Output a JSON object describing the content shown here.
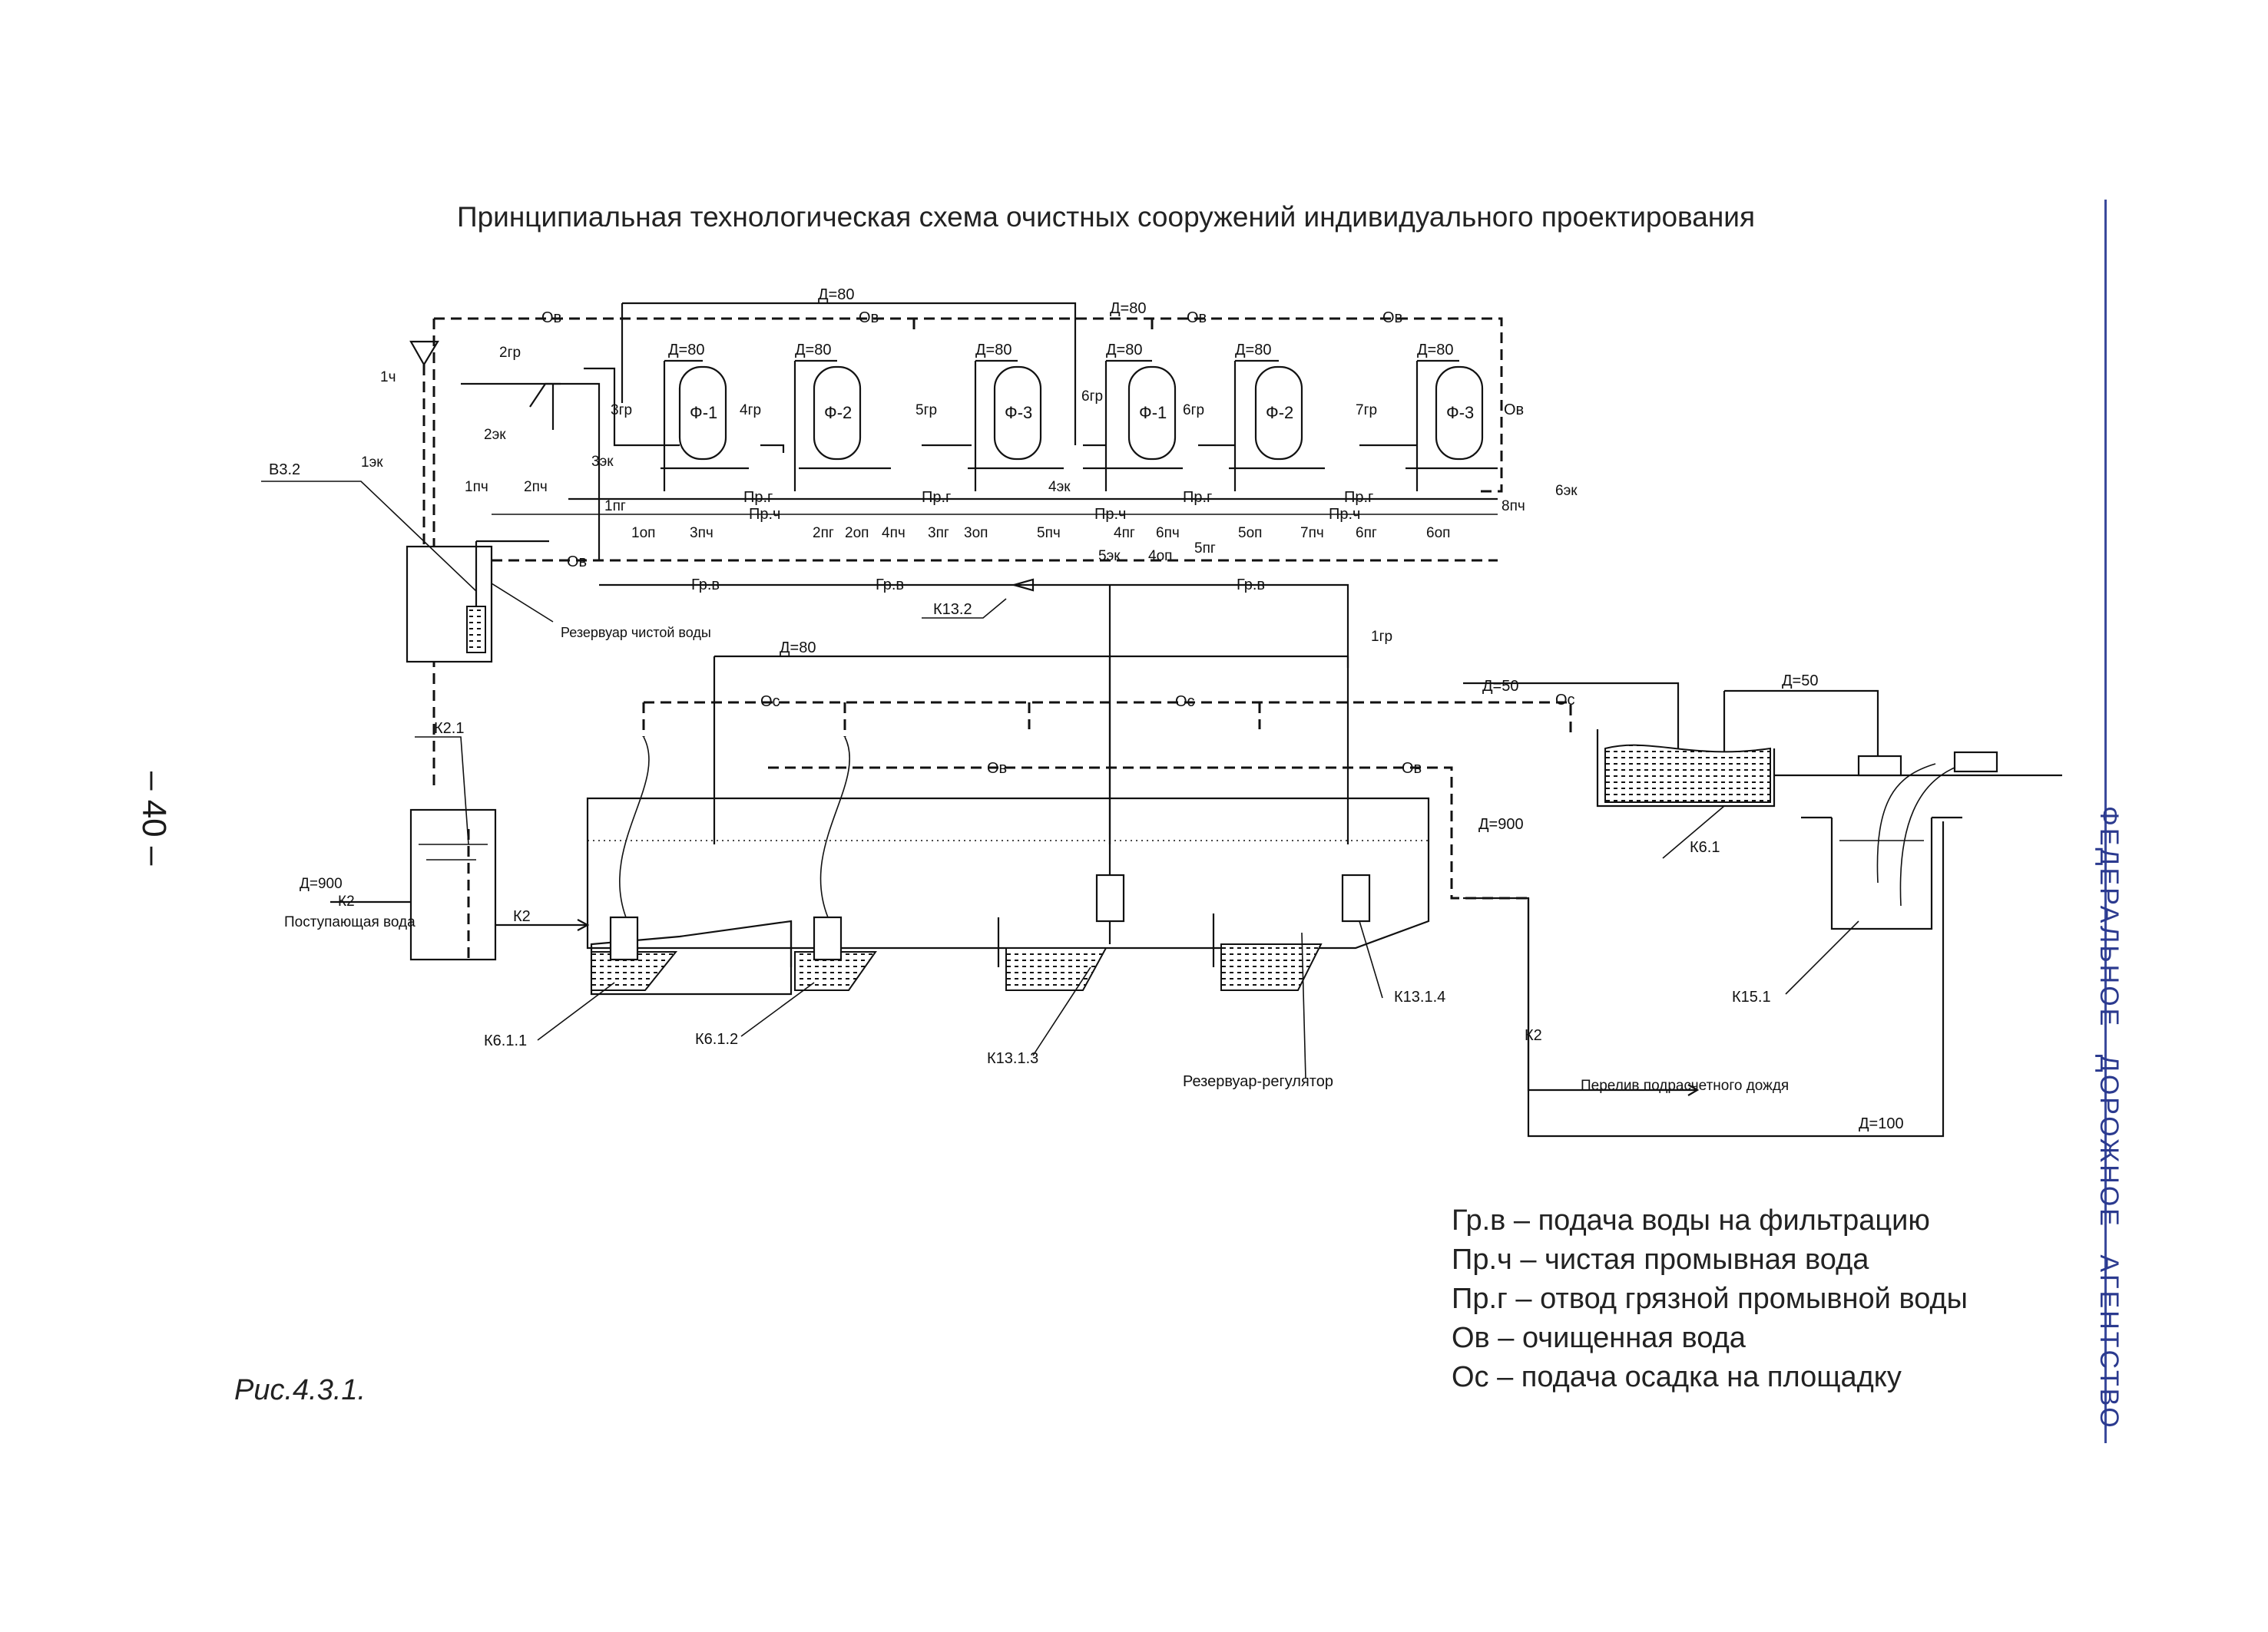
{
  "header": {
    "title": "Принципиальная технологическая схема очистных сооружений индивидуального проектирования",
    "page_number": "– 40 –",
    "side_text": "ФЕДЕРАЛЬНОЕ ДОРОЖНОЕ АГЕНТСТВО",
    "accent_color": "#2b3a8f"
  },
  "figure_caption": "Рис.4.3.1.",
  "legend": [
    "Гр.в – подача воды на фильтрацию",
    "Пр.ч – чистая промывная вода",
    "Пр.г – отвод грязной промывной воды",
    "Ов – очищенная вода",
    "Ос – подача осадка на площадку"
  ],
  "diagram": {
    "filters": [
      "Ф-1",
      "Ф-2",
      "Ф-3",
      "Ф-1",
      "Ф-2",
      "Ф-3"
    ],
    "filter_diameter": "Д=80",
    "pipe_labels": {
      "ov": "Ов",
      "grv": "Гр.в",
      "prg": "Пр.г",
      "prch": "Пр.ч",
      "os": "Ос",
      "k2": "К2",
      "d80": "Д=80",
      "d50": "Д=50",
      "d900": "Д=900",
      "d100": "Д=100"
    },
    "valve_labels": {
      "v1ch": "1ч",
      "v1ek": "1эк",
      "v2gr": "2гр",
      "v2ek": "2эк",
      "v1pch": "1пч",
      "v2pch": "2пч",
      "v3gr": "3гр",
      "v3ek": "3эк",
      "v1pg": "1пг",
      "v1op": "1оп",
      "v3pch": "3пч",
      "v4gr": "4гр",
      "v2pg": "2пг",
      "v2op": "2оп",
      "v4pch": "4пч",
      "v5gr": "5гр",
      "v3pg": "3пг",
      "v3op": "3оп",
      "v5pch": "5пч",
      "v4ek": "4эк",
      "v5ek": "5эк",
      "v6gr_a": "6гр",
      "v4pg": "4пг",
      "v6pch": "6пч",
      "v4op": "4оп",
      "v6gr_b": "6гр",
      "v5pg": "5пг",
      "v5op": "5оп",
      "v7pch": "7пч",
      "v7gr": "7гр",
      "v6pg": "6пг",
      "v6op": "6оп",
      "v8pch": "8пч",
      "v6ek": "6эк",
      "v1gr": "1гр"
    },
    "equipment_labels": {
      "v32": "В3.2",
      "clean_tank": "Резервуар чистой воды",
      "k132": "К13.2",
      "k21": "К2.1",
      "inflow": "Поступающая вода",
      "k611": "К6.1.1",
      "k612": "К6.1.2",
      "k1313": "К13.1.3",
      "k1314": "К13.1.4",
      "regulator": "Резервуар-регулятор",
      "k61": "К6.1",
      "k151": "К15.1",
      "overflow": "Перелив подрасчетного дождя"
    }
  }
}
